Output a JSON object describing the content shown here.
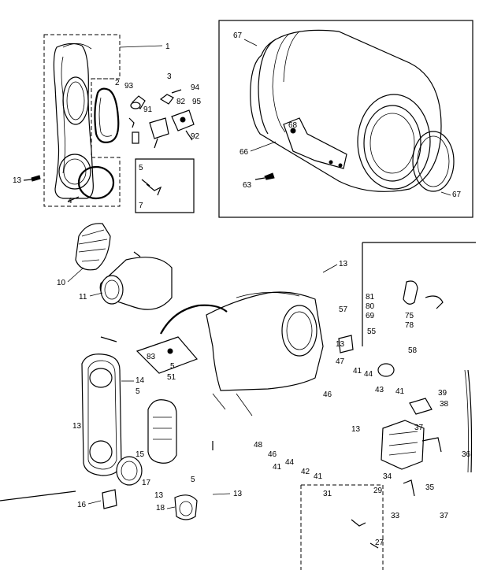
{
  "callouts": [
    {
      "id": "c1",
      "text": "1"
    },
    {
      "id": "c2",
      "text": "2"
    },
    {
      "id": "c3",
      "text": "3"
    },
    {
      "id": "c93",
      "text": "93"
    },
    {
      "id": "c94",
      "text": "94"
    },
    {
      "id": "c91",
      "text": "91"
    },
    {
      "id": "c82",
      "text": "82"
    },
    {
      "id": "c95",
      "text": "95"
    },
    {
      "id": "c92",
      "text": "92"
    },
    {
      "id": "c13a",
      "text": "13"
    },
    {
      "id": "c4",
      "text": "4"
    },
    {
      "id": "c5a",
      "text": "5"
    },
    {
      "id": "c7",
      "text": "7"
    },
    {
      "id": "c67a",
      "text": "67"
    },
    {
      "id": "c68",
      "text": "68"
    },
    {
      "id": "c66",
      "text": "66"
    },
    {
      "id": "c63",
      "text": "63"
    },
    {
      "id": "c67b",
      "text": "67"
    },
    {
      "id": "c10",
      "text": "10"
    },
    {
      "id": "c11",
      "text": "11"
    },
    {
      "id": "c13b",
      "text": "13"
    },
    {
      "id": "c81",
      "text": "81"
    },
    {
      "id": "c80",
      "text": "80"
    },
    {
      "id": "c69",
      "text": "69"
    },
    {
      "id": "c57",
      "text": "57"
    },
    {
      "id": "c75",
      "text": "75"
    },
    {
      "id": "c78",
      "text": "78"
    },
    {
      "id": "c55",
      "text": "55"
    },
    {
      "id": "c58",
      "text": "58"
    },
    {
      "id": "c47",
      "text": "47"
    },
    {
      "id": "c41a",
      "text": "41"
    },
    {
      "id": "c44",
      "text": "44"
    },
    {
      "id": "c46",
      "text": "46"
    },
    {
      "id": "c43",
      "text": "43"
    },
    {
      "id": "c41b",
      "text": "41"
    },
    {
      "id": "c39",
      "text": "39"
    },
    {
      "id": "c38",
      "text": "38"
    },
    {
      "id": "c13c",
      "text": "13"
    },
    {
      "id": "c13d",
      "text": "13"
    },
    {
      "id": "c83",
      "text": "83"
    },
    {
      "id": "c5b",
      "text": "5"
    },
    {
      "id": "c51",
      "text": "51"
    },
    {
      "id": "c14",
      "text": "14"
    },
    {
      "id": "c5c",
      "text": "5"
    },
    {
      "id": "c13e",
      "text": "13"
    },
    {
      "id": "c48",
      "text": "48"
    },
    {
      "id": "c46b",
      "text": "46"
    },
    {
      "id": "c44b",
      "text": "44"
    },
    {
      "id": "c41c",
      "text": "41"
    },
    {
      "id": "c42",
      "text": "42"
    },
    {
      "id": "c41d",
      "text": "41"
    },
    {
      "id": "c37a",
      "text": "37"
    },
    {
      "id": "c36",
      "text": "36"
    },
    {
      "id": "c34",
      "text": "34"
    },
    {
      "id": "c35",
      "text": "35"
    },
    {
      "id": "c15",
      "text": "15"
    },
    {
      "id": "c17",
      "text": "17"
    },
    {
      "id": "c5d",
      "text": "5"
    },
    {
      "id": "c13f",
      "text": "13"
    },
    {
      "id": "c16",
      "text": "16"
    },
    {
      "id": "c13g",
      "text": "13"
    },
    {
      "id": "c18",
      "text": "18"
    },
    {
      "id": "c31",
      "text": "31"
    },
    {
      "id": "c29",
      "text": "29"
    },
    {
      "id": "c33",
      "text": "33"
    },
    {
      "id": "c37b",
      "text": "37"
    },
    {
      "id": "c27",
      "text": "27"
    }
  ]
}
